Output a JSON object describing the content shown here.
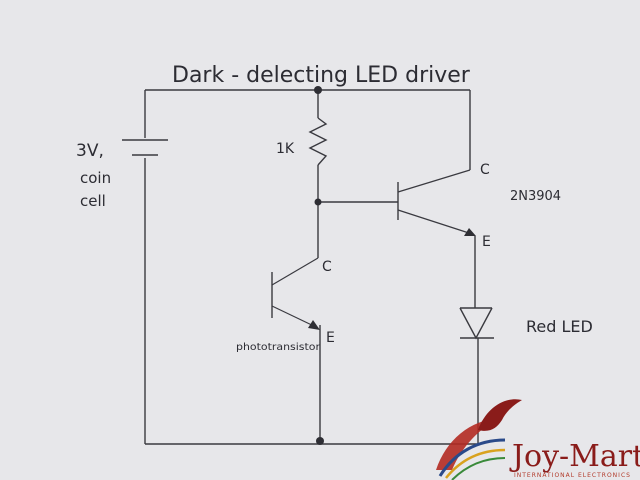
{
  "diagram": {
    "title": "Dark - delecting LED driver",
    "battery": {
      "voltage": "3V,",
      "line1": "coin",
      "line2": "cell"
    },
    "resistor": {
      "value": "1K"
    },
    "transistor_top": {
      "collector": "C",
      "emitter": "E",
      "part": "2N3904"
    },
    "phototransistor": {
      "collector": "C",
      "emitter": "E",
      "label": "phototransistor"
    },
    "led": {
      "label": "Red LED"
    }
  },
  "watermark": {
    "brand": "Joy-Mart",
    "tagline": "INTERNATIONAL ELECTRONICS"
  },
  "colors": {
    "paper": "#e7e7ea",
    "ink": "#3a3a40",
    "logo_red": "#8a1c1a",
    "logo_blue": "#2a4a8a"
  }
}
